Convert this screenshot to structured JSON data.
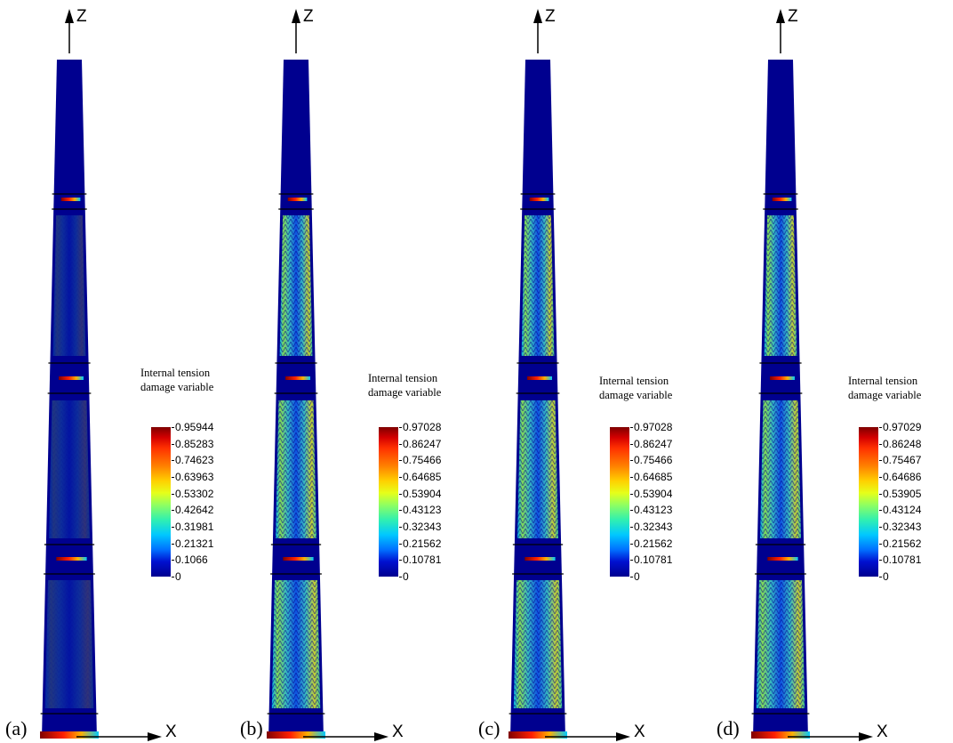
{
  "panels": [
    {
      "label": "(a)",
      "max": 0.95944,
      "legend_title": [
        "Internal tension",
        "damage variable"
      ],
      "ticks": [
        "0.95944",
        "0.85283",
        "0.74623",
        "0.63963",
        "0.53302",
        "0.42642",
        "0.31981",
        "0.21321",
        "0.1066",
        "0"
      ]
    },
    {
      "label": "(b)",
      "max": 0.97028,
      "legend_title": [
        "Internal tension",
        "damage variable"
      ],
      "ticks": [
        "0.97028",
        "0.86247",
        "0.75466",
        "0.64685",
        "0.53904",
        "0.43123",
        "0.32343",
        "0.21562",
        "0.10781",
        "0"
      ]
    },
    {
      "label": "(c)",
      "max": 0.97028,
      "legend_title": [
        "Internal tension",
        "damage variable"
      ],
      "ticks": [
        "0.97028",
        "0.86247",
        "0.75466",
        "0.64685",
        "0.53904",
        "0.43123",
        "0.32343",
        "0.21562",
        "0.10781",
        "0"
      ]
    },
    {
      "label": "(d)",
      "max": 0.97029,
      "legend_title": [
        "Internal tension",
        "damage variable"
      ],
      "ticks": [
        "0.97029",
        "0.86248",
        "0.75467",
        "0.64686",
        "0.53905",
        "0.43124",
        "0.32343",
        "0.21562",
        "0.10781",
        "0"
      ]
    }
  ],
  "axes": {
    "vertical": "Z",
    "horizontal": "X"
  },
  "colors": {
    "background": "#00008f",
    "damage_low": "#00008f",
    "damage_high": "#7f0000",
    "line": "#000000"
  }
}
